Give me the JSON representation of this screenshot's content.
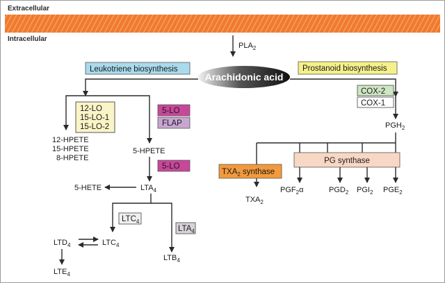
{
  "membrane": {
    "extracellular": "Extracellular",
    "intracellular": "Intracellular"
  },
  "enzyme_pla2": {
    "main": "PLA",
    "sub": "2"
  },
  "center": {
    "arachidonic_acid": "Arachidonic acid"
  },
  "headers": {
    "leukotriene": "Leukotriene biosynthesis",
    "prostanoid": "Prostanoid biosynthesis"
  },
  "lipoxygenases": [
    "12-LO",
    "15-LO-1",
    "15-LO-2"
  ],
  "hpetes": [
    "12-HPETE",
    "15-HPETE",
    "8-HPETE"
  ],
  "enzymes": {
    "five_lo_top": "5-LO",
    "flap": "FLAP",
    "five_lo_second": "5-LO",
    "cox2": "COX-2",
    "cox1": "COX-1",
    "pg_synthase": "PG synthase",
    "txa2_synthase": {
      "main": "TXA",
      "sub": "2",
      "rest": " synthase"
    },
    "ltc4_synthase": {
      "main": "LTC",
      "sub": "4"
    },
    "lta4_hydrolase": {
      "main": "LTA",
      "sub": "4"
    }
  },
  "metabolites": {
    "five_hpete": "5-HPETE",
    "five_hete": "5-HETE",
    "lta4": {
      "main": "LTA",
      "sub": "4"
    },
    "ltc4": {
      "main": "LTC",
      "sub": "4"
    },
    "ltd4": {
      "main": "LTD",
      "sub": "4"
    },
    "lte4": {
      "main": "LTE",
      "sub": "4"
    },
    "ltb4": {
      "main": "LTB",
      "sub": "4"
    },
    "pgh2": {
      "main": "PGH",
      "sub": "2"
    },
    "txa2": {
      "main": "TXA",
      "sub": "2"
    },
    "pgf2a": {
      "main": "PGF",
      "sub": "2",
      "rest": "α"
    },
    "pgd2": {
      "main": "PGD",
      "sub": "2"
    },
    "pgi2": {
      "main": "PGI",
      "sub": "2"
    },
    "pge2": {
      "main": "PGE",
      "sub": "2"
    }
  },
  "colors": {
    "membrane": "#f07a2e",
    "leukotriene_header": "#a9dbec",
    "prostanoid_header": "#f5f08a",
    "lo_box": "#fbf4c7",
    "five_lo": "#c8479a",
    "flap": "#c9a6d2",
    "cox2": "#cfe6c3",
    "cox1": "#ffffff",
    "pg_synthase": "#f8d7c4",
    "txa2_synthase": "#f39a3c",
    "ltc4_box": "#efefef",
    "lta4_box": "#d6d2d8",
    "arachidonic": "#222222"
  }
}
